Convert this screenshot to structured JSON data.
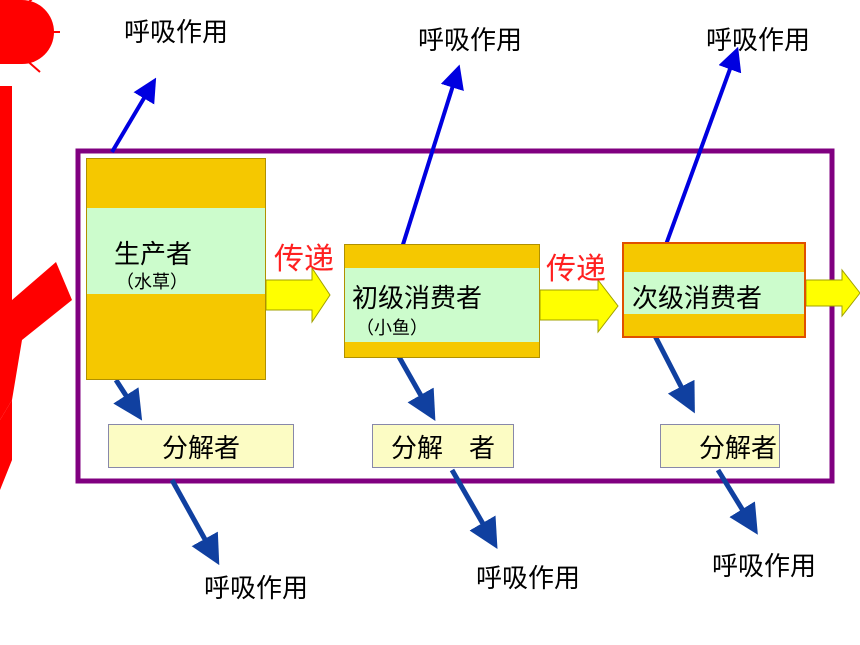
{
  "diagram": {
    "respiration_label": "呼吸作用",
    "transfer_label": "传递",
    "producer": {
      "name": "生产者",
      "example": "（水草）"
    },
    "primary_consumer": {
      "name": "初级消费者",
      "example": "（小鱼）"
    },
    "secondary_consumer": {
      "name": "次级消费者"
    },
    "decomposers": [
      "分解者",
      "分解　者",
      "分解者"
    ],
    "colors": {
      "ecosystem_border": "#800080",
      "trophic_box": "#f5c800",
      "trophic_band": "#ccfccc",
      "decomposer_box": "#fcfcc4",
      "energy_arrow": "#ffff00",
      "respiration_arrow": "#0000e0",
      "decomposer_arrow": "#1040a0",
      "sun": "#ff0000",
      "transfer_text": "#ff2020"
    }
  }
}
